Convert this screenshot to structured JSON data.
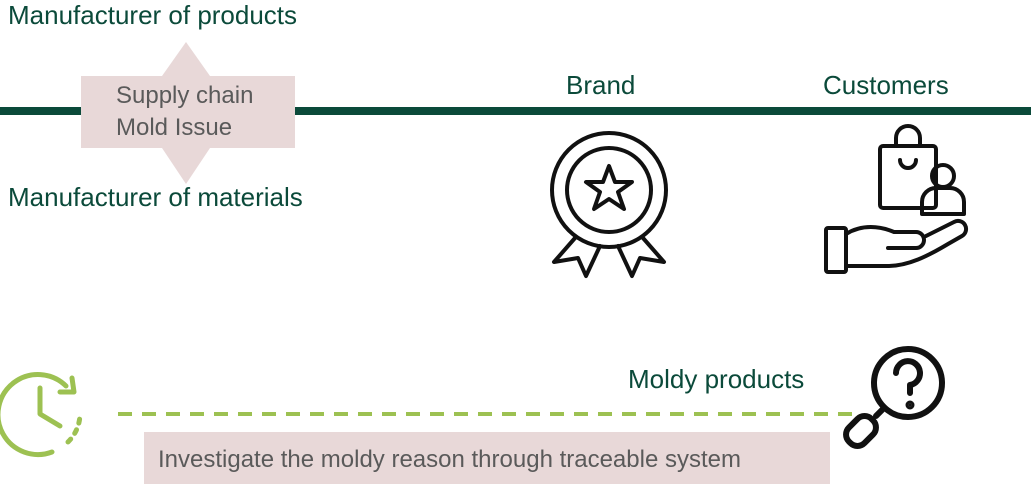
{
  "labels": {
    "manufacturer_products": "Manufacturer of products",
    "manufacturer_materials": "Manufacturer of materials",
    "brand": "Brand",
    "customers": "Customers",
    "moldy_products": "Moldy products"
  },
  "callout": {
    "line1": "Supply chain",
    "line2": "Mold Issue"
  },
  "investigate_box": {
    "text": "Investigate the moldy reason through traceable system"
  },
  "colors": {
    "dark_green": "#0b4a3a",
    "light_green": "#9dc152",
    "pink_box": "#e8d8d8",
    "icon_black": "#111111",
    "grey_text": "#5a5a5a"
  },
  "icons": [
    "award-badge-icon",
    "customer-hand-shopping-icon",
    "clock-refresh-icon",
    "magnifier-question-icon"
  ]
}
